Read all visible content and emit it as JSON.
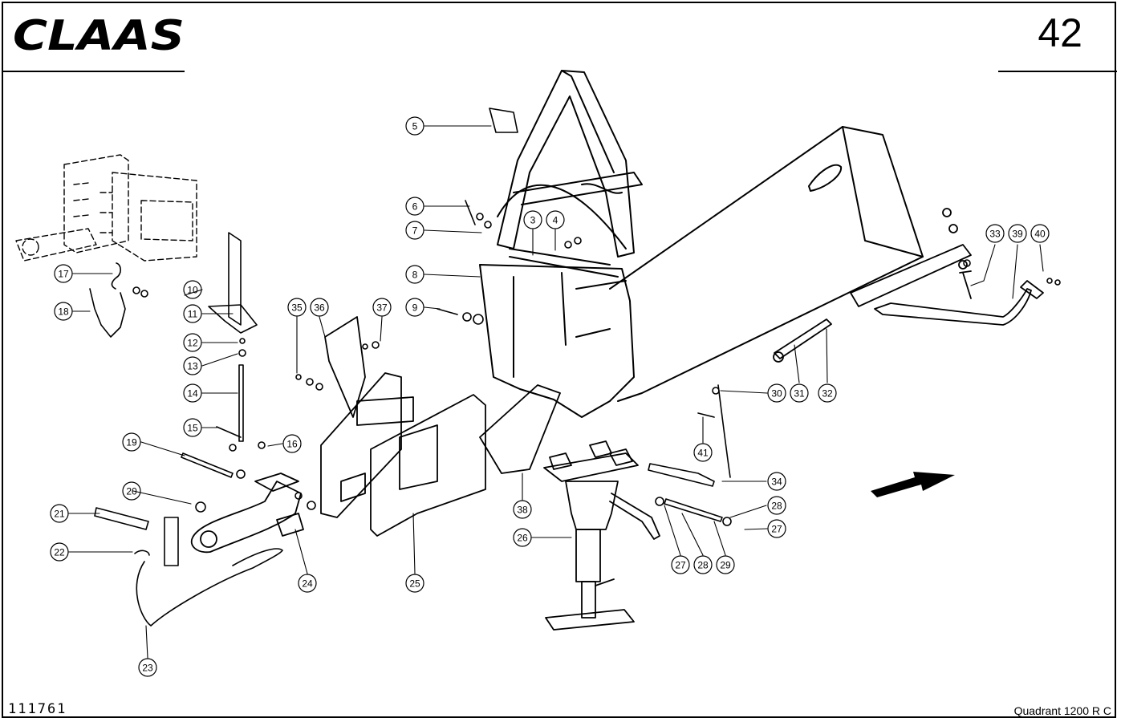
{
  "header": {
    "brand": "CLAAS",
    "page_number": "42"
  },
  "footer": {
    "drawing_number": "111761",
    "model": "Quadrant   1200 R C"
  },
  "callouts": [
    "3",
    "4",
    "5",
    "6",
    "7",
    "8",
    "9",
    "10",
    "11",
    "12",
    "13",
    "14",
    "15",
    "16",
    "17",
    "18",
    "19",
    "20",
    "21",
    "22",
    "23",
    "24",
    "25",
    "26",
    "27",
    "27",
    "28",
    "28",
    "29",
    "30",
    "31",
    "32",
    "33",
    "34",
    "35",
    "36",
    "37",
    "38",
    "39",
    "40",
    "41"
  ]
}
